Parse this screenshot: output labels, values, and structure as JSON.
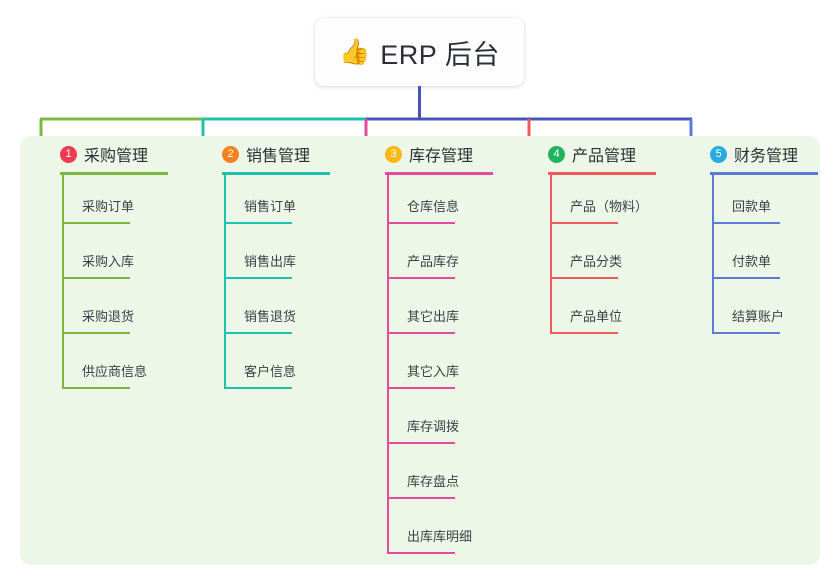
{
  "diagram": {
    "type": "mind-map",
    "root": {
      "icon": "thumbs-up-icon",
      "icon_glyph": "👍",
      "label": "ERP 后台"
    },
    "panel_background": "#edf7e7",
    "trunk_color": "#4a54b8",
    "branches": [
      {
        "index": "1",
        "title": "采购管理",
        "badge_color": "#ef3b52",
        "line_color": "#7cb63f",
        "items": [
          "采购订单",
          "采购入库",
          "采购退货",
          "供应商信息"
        ]
      },
      {
        "index": "2",
        "title": "销售管理",
        "badge_color": "#f5821f",
        "line_color": "#1fc1ad",
        "items": [
          "销售订单",
          "销售出库",
          "销售退货",
          "客户信息"
        ]
      },
      {
        "index": "3",
        "title": "库存管理",
        "badge_color": "#fcb813",
        "line_color": "#e54b9c",
        "items": [
          "仓库信息",
          "产品库存",
          "其它出库",
          "其它入库",
          "库存调拨",
          "库存盘点",
          "出库库明细"
        ]
      },
      {
        "index": "4",
        "title": "产品管理",
        "badge_color": "#22b35e",
        "line_color": "#f05a5a",
        "items": [
          "产品（物料）",
          "产品分类",
          "产品单位"
        ]
      },
      {
        "index": "5",
        "title": "财务管理",
        "badge_color": "#29aae1",
        "line_color": "#5c7ad6",
        "items": [
          "回款单",
          "付款单",
          "结算账户"
        ]
      }
    ]
  }
}
